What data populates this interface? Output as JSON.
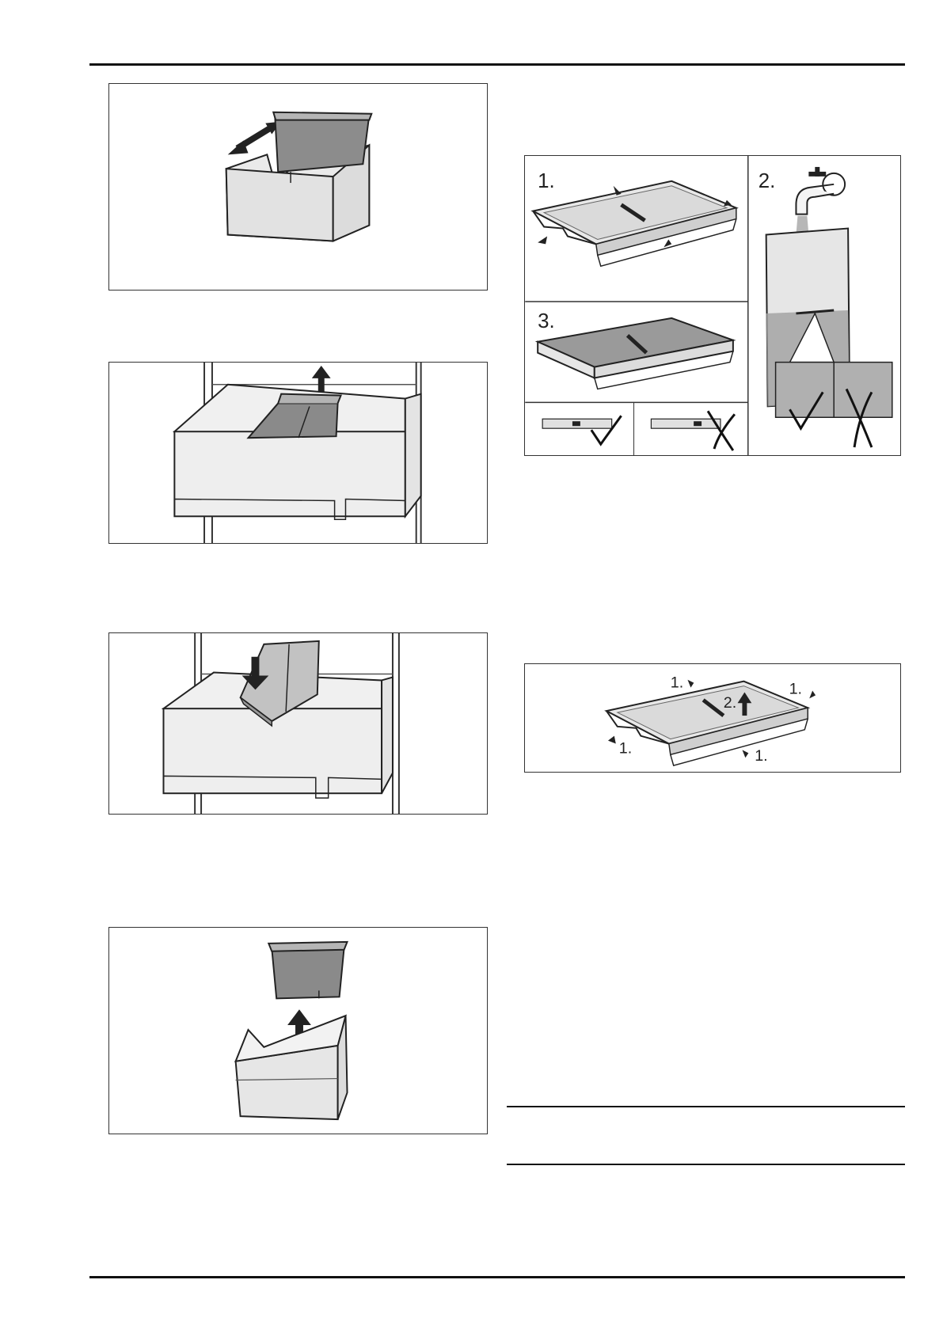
{
  "ice_tray_steps": {
    "step1": "1.",
    "step2": "2.",
    "step3": "3."
  },
  "ice_tray_removal": {
    "label_top_left": "1.",
    "label_top_right": "1.",
    "label_center": "2.",
    "label_bottom_left": "1.",
    "label_bottom_right": "1."
  }
}
